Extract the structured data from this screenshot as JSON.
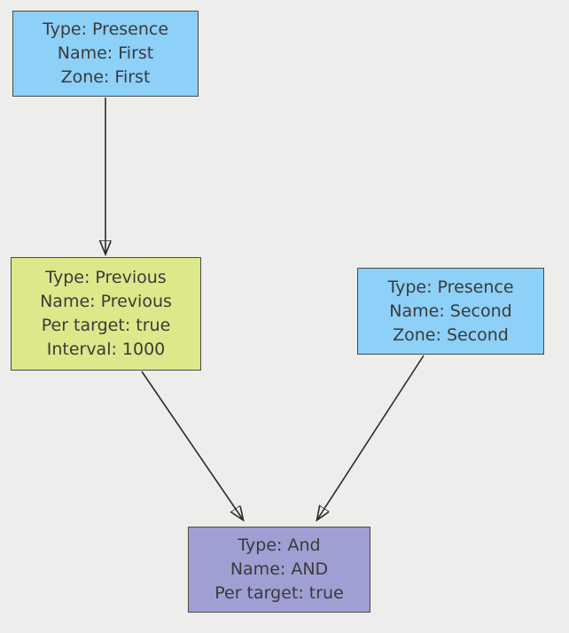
{
  "diagram": {
    "background_color": "#ededeb",
    "arrow_color": "#2a2a2a",
    "nodes": {
      "first": {
        "fill_color": "#8dd0f8",
        "lines": [
          "Type: Presence",
          "Name: First",
          "Zone: First"
        ]
      },
      "previous": {
        "fill_color": "#dce88a",
        "lines": [
          "Type: Previous",
          "Name: Previous",
          "Per target: true",
          "Interval: 1000"
        ]
      },
      "second": {
        "fill_color": "#8dd0f8",
        "lines": [
          "Type: Presence",
          "Name: Second",
          "Zone: Second"
        ]
      },
      "and": {
        "fill_color": "#9f9fd4",
        "lines": [
          "Type: And",
          "Name: AND",
          "Per target: true"
        ]
      }
    },
    "edges": [
      {
        "from": "first",
        "to": "previous"
      },
      {
        "from": "previous",
        "to": "and"
      },
      {
        "from": "second",
        "to": "and"
      }
    ]
  }
}
